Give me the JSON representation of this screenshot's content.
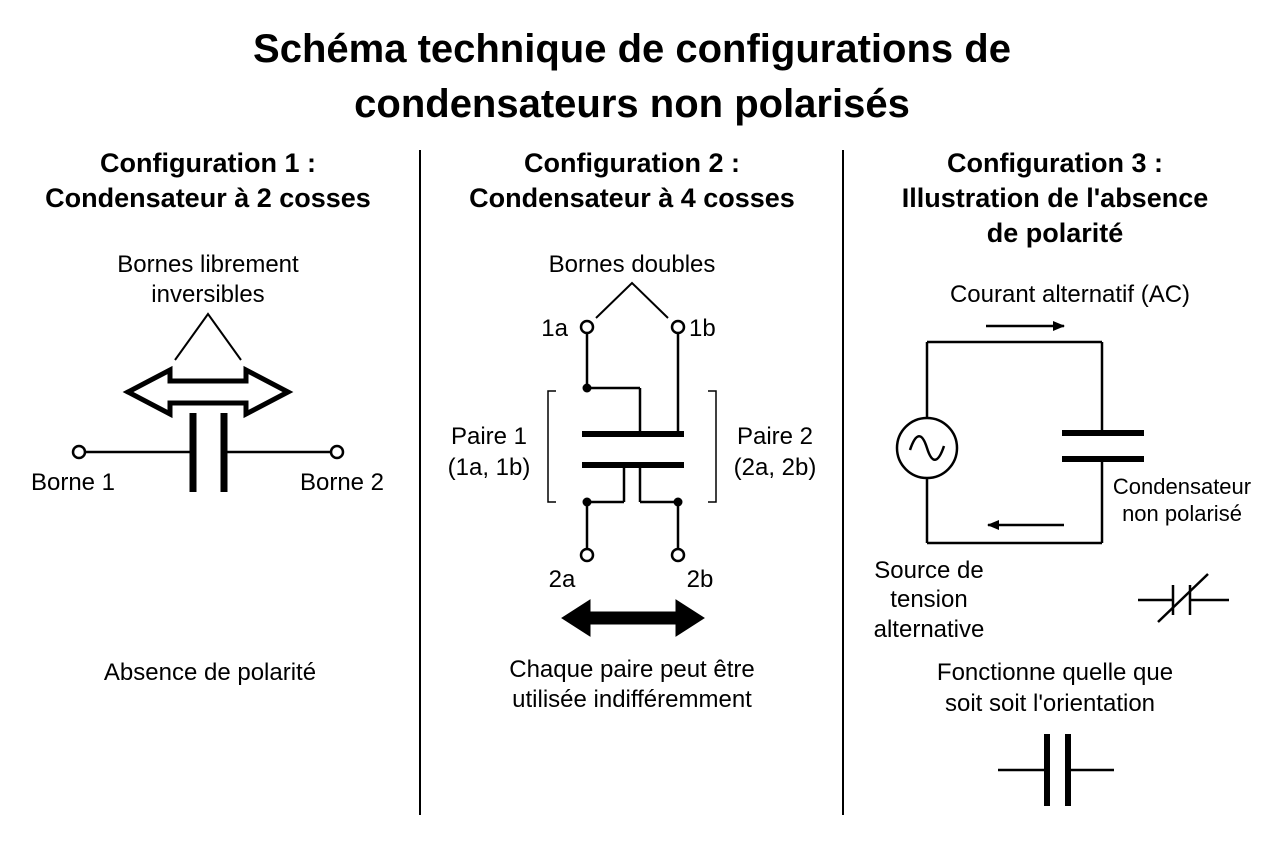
{
  "title": {
    "line1": "Schéma technique de configurations de",
    "line2": "condensateurs non polarisés"
  },
  "config1": {
    "heading_line1": "Configuration 1 :",
    "heading_line2": "Condensateur à 2 cosses",
    "callout_line1": "Bornes librement",
    "callout_line2": "inversibles",
    "terminal_left": "Borne 1",
    "terminal_right": "Borne 2",
    "caption": "Absence de polarité"
  },
  "config2": {
    "heading_line1": "Configuration 2 :",
    "heading_line2": "Condensateur à 4 cosses",
    "callout": "Bornes doubles",
    "terminal_1a": "1a",
    "terminal_1b": "1b",
    "terminal_2a": "2a",
    "terminal_2b": "2b",
    "pair1_line1": "Paire 1",
    "pair1_line2": "(1a, 1b)",
    "pair2_line1": "Paire 2",
    "pair2_line2": "(2a, 2b)",
    "caption_line1": "Chaque paire peut être",
    "caption_line2": "utilisée indifféremment"
  },
  "config3": {
    "heading_line1": "Configuration 3 :",
    "heading_line2": "Illustration de l'absence",
    "heading_line3": "de polarité",
    "current_label": "Courant alternatif (AC)",
    "capacitor_line1": "Condensateur",
    "capacitor_line2": "non polarisé",
    "source_line1": "Source de",
    "source_line2": "tension",
    "source_line3": "alternative",
    "caption_line1": "Fonctionne quelle que",
    "caption_line2": "soit soit l'orientation"
  }
}
